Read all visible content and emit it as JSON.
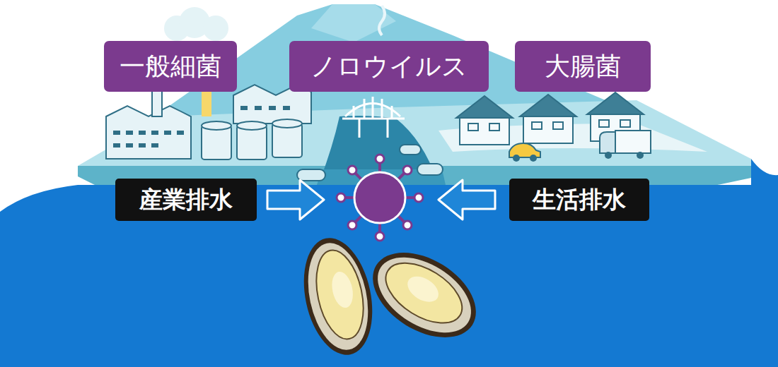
{
  "diagram": {
    "nodes": [
      {
        "text": [
          "一般細菌"
        ]
      },
      {
        "text": [
          "ノロウイルス"
        ]
      },
      {
        "text": [
          "大腸菌"
        ]
      },
      {
        "text": [
          "産業排水"
        ]
      },
      {
        "text": [
          "生活排水"
        ]
      }
    ]
  }
}
